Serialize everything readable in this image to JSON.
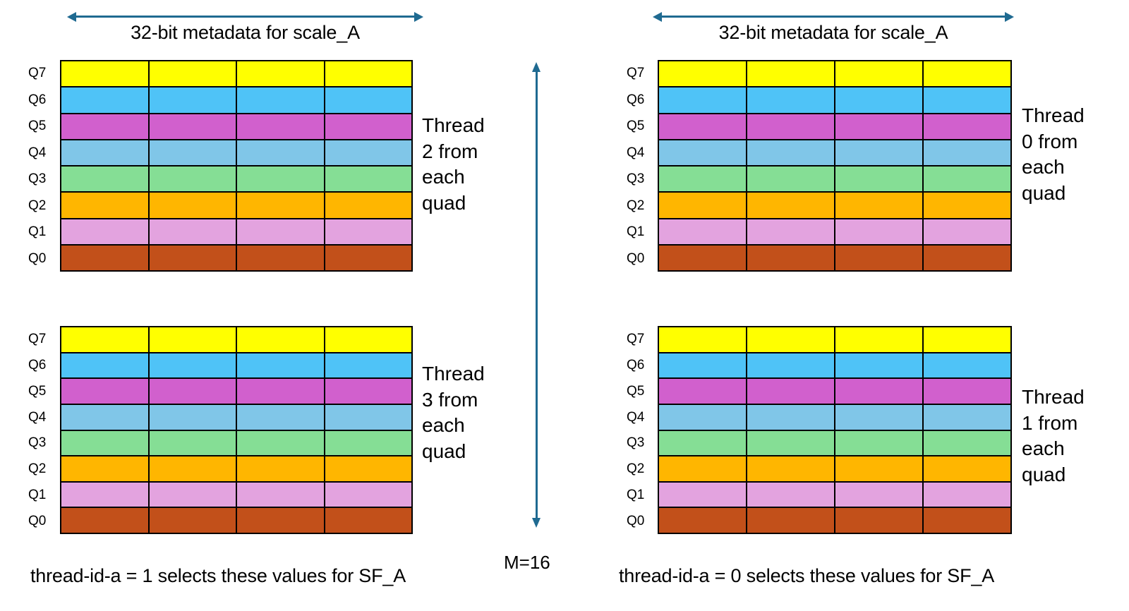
{
  "diagram": {
    "palette": {
      "Q7": "#FFFF00",
      "Q6": "#4FC3F7",
      "Q5": "#D160CD",
      "Q4": "#80C6E8",
      "Q3": "#85DE95",
      "Q2": "#FFB600",
      "Q1": "#E3A3DF",
      "Q0": "#C2501A",
      "arrow": "#1F6A91",
      "border": "#000000",
      "background": "#FFFFFF"
    },
    "row_labels": [
      "Q7",
      "Q6",
      "Q5",
      "Q4",
      "Q3",
      "Q2",
      "Q1",
      "Q0"
    ],
    "columns": 4,
    "center_axis": {
      "label": "M=16",
      "icon": "double-headed-vertical-arrow"
    },
    "left_column": {
      "header": {
        "label": "32-bit metadata for scale_A",
        "icon": "double-headed-horizontal-arrow"
      },
      "panels": [
        {
          "id": "left-top",
          "side_note": "Thread\n2 from\neach\nquad"
        },
        {
          "id": "left-bottom",
          "side_note": "Thread\n3 from\neach\nquad"
        }
      ],
      "caption": "thread-id-a = 1 selects these values  for SF_A"
    },
    "right_column": {
      "header": {
        "label": "32-bit metadata for scale_A",
        "icon": "double-headed-horizontal-arrow"
      },
      "panels": [
        {
          "id": "right-top",
          "side_note": "Thread\n0 from\neach\nquad"
        },
        {
          "id": "right-bottom",
          "side_note": "Thread\n1 from\neach\nquad"
        }
      ],
      "caption": "thread-id-a = 0 selects these values  for SF_A"
    }
  }
}
